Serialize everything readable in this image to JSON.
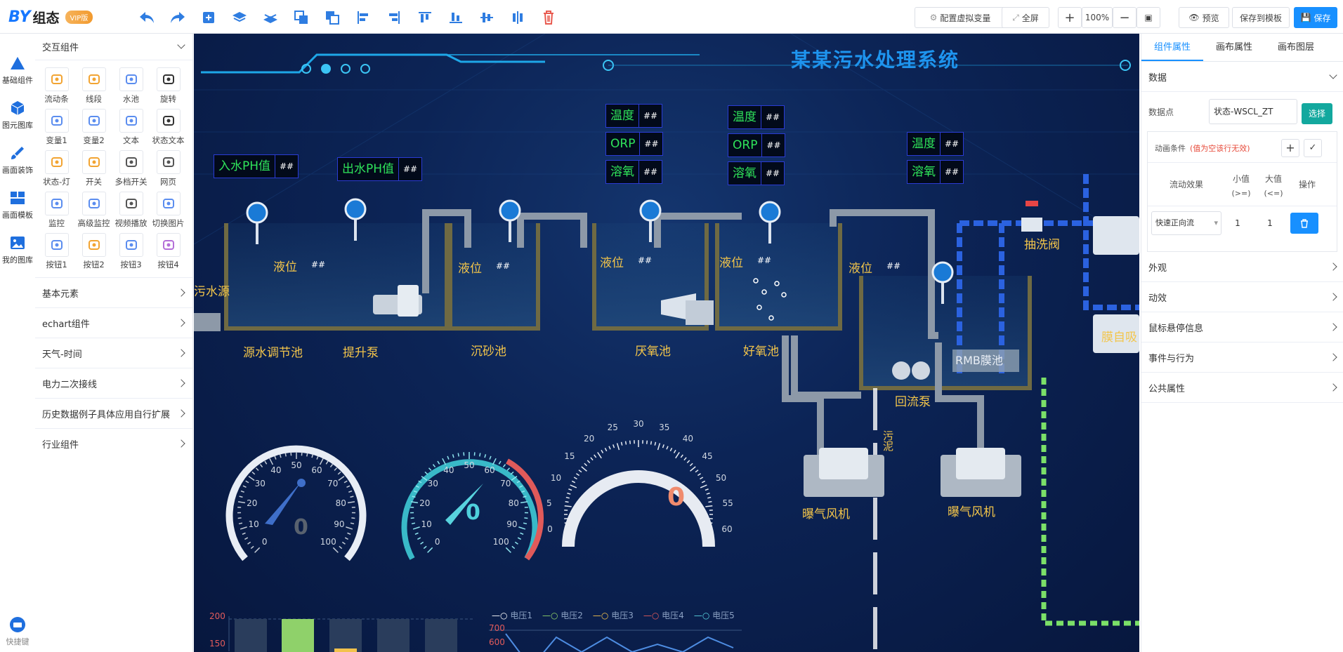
{
  "app": {
    "logo_by": "BY",
    "logo_name": "组态",
    "vip": "VIP版"
  },
  "toolbar": {
    "right_buttons": {
      "virtual_var": "配置虚拟变量",
      "fullscreen": "全屏",
      "zoom": "100%",
      "preview": "预览",
      "save_template": "保存到模板",
      "save": "保存"
    }
  },
  "sidenav": [
    {
      "label": "基础组件"
    },
    {
      "label": "图元图库"
    },
    {
      "label": "画面装饰"
    },
    {
      "label": "画面模板"
    },
    {
      "label": "我的图库"
    }
  ],
  "shortcut": "快捷键",
  "left_panel": {
    "header": "交互组件",
    "items": [
      "流动条",
      "线段",
      "水池",
      "旋转",
      "变量1",
      "变量2",
      "文本",
      "状态文本",
      "状态-灯",
      "开关",
      "多档开关",
      "网页",
      "监控",
      "高级监控",
      "视频播放",
      "切换图片",
      "按钮1",
      "按钮2",
      "按钮3",
      "按钮4"
    ],
    "sections": [
      "基本元素",
      "echart组件",
      "天气-时间",
      "电力二次接线",
      "历史数据例子具体应用自行扩展",
      "行业组件"
    ]
  },
  "scada": {
    "title": "某某污水处理系统",
    "ph_in": "入水PH值",
    "ph_out": "出水PH值",
    "val": "##",
    "temp": "温度",
    "orp": "ORP",
    "do": "溶氧",
    "level": "液位",
    "source": "污水源",
    "tanks": [
      "源水调节池",
      "提升泵",
      "沉砂池",
      "厌氧池",
      "好氧池",
      "回流泵",
      "抽洗阀",
      "膜自吸"
    ],
    "rmb": "RMB膜池",
    "sludge": "污泥",
    "blower": "曝气风机"
  },
  "gauges": {
    "g1": {
      "ticks": [
        "0",
        "10",
        "20",
        "30",
        "40",
        "50",
        "60",
        "70",
        "80",
        "90",
        "100"
      ],
      "value": "0"
    },
    "g2": {
      "ticks": [
        "0",
        "10",
        "20",
        "30",
        "40",
        "50",
        "60",
        "70",
        "80",
        "90",
        "100"
      ],
      "value": "0"
    },
    "g3": {
      "ticks": [
        "0",
        "5",
        "10",
        "15",
        "20",
        "25",
        "30",
        "35",
        "40",
        "45",
        "50",
        "55",
        "60"
      ],
      "value": "0"
    }
  },
  "chart_data": [
    {
      "type": "bar",
      "yticks": [
        "200",
        "150"
      ],
      "series": [],
      "categories": []
    },
    {
      "type": "line",
      "legend": [
        "电压1",
        "电压2",
        "电压3",
        "电压4",
        "电压5"
      ],
      "yticks": [
        "700",
        "600"
      ],
      "series": []
    }
  ],
  "right_panel": {
    "tabs": [
      "组件属性",
      "画布属性",
      "画布图层"
    ],
    "data_section": "数据",
    "datapoint_label": "数据点",
    "datapoint_value": "状态-WSCL_ZT",
    "select_btn": "选择",
    "anim_cond": "动画条件",
    "anim_hint": "(值为空该行无效)",
    "table_headers": [
      "流动效果",
      "小值",
      "大值",
      "操作"
    ],
    "table_sub": [
      "",
      "(>=)",
      "(<=)",
      ""
    ],
    "row": {
      "effect": "快速正向流",
      "min": "1",
      "max": "1"
    },
    "sections": [
      "外观",
      "动效",
      "鼠标悬停信息",
      "事件与行为",
      "公共属性"
    ]
  }
}
